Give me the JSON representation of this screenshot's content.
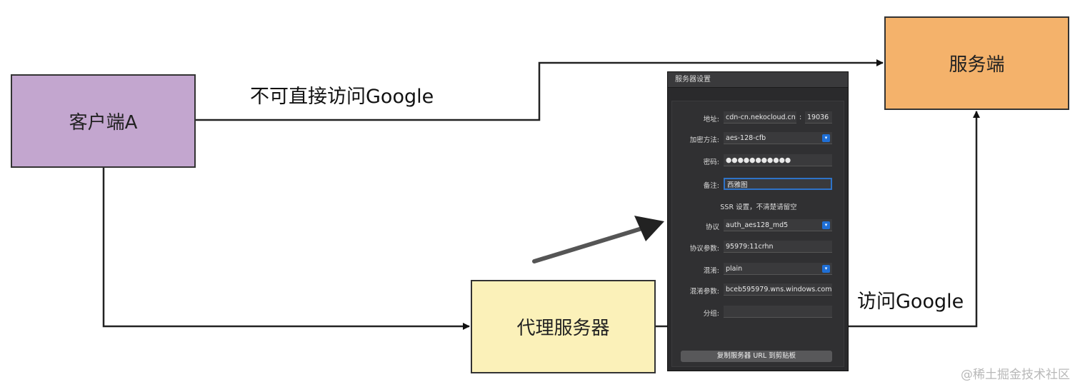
{
  "nodes": {
    "client": "客户端A",
    "server": "服务端",
    "proxy": "代理服务器"
  },
  "edges": {
    "no_access": "不可直接访问Google",
    "access": "访问Google"
  },
  "dialog": {
    "title": "服务器设置",
    "address_label": "地址:",
    "address_value": "cdn-cn.nekocloud.cn",
    "port_value": "19036",
    "encryption_label": "加密方法:",
    "encryption_value": "aes-128-cfb",
    "password_label": "密码:",
    "password_value": "●●●●●●●●●●●",
    "remark_label": "备注:",
    "remark_value": "西雅图",
    "ssr_note": "SSR 设置，不清楚请留空",
    "protocol_label": "协议",
    "protocol_value": "auth_aes128_md5",
    "protocol_param_label": "协议参数:",
    "protocol_param_value": "95979:11crhn",
    "obfs_label": "混淆:",
    "obfs_value": "plain",
    "obfs_param_label": "混淆参数:",
    "obfs_param_value": "bceb595979.wns.windows.com",
    "group_label": "分组:",
    "group_value": "",
    "copy_button": "复制服务器 URL 到剪贴板"
  },
  "watermark": "@稀土掘金技术社区"
}
